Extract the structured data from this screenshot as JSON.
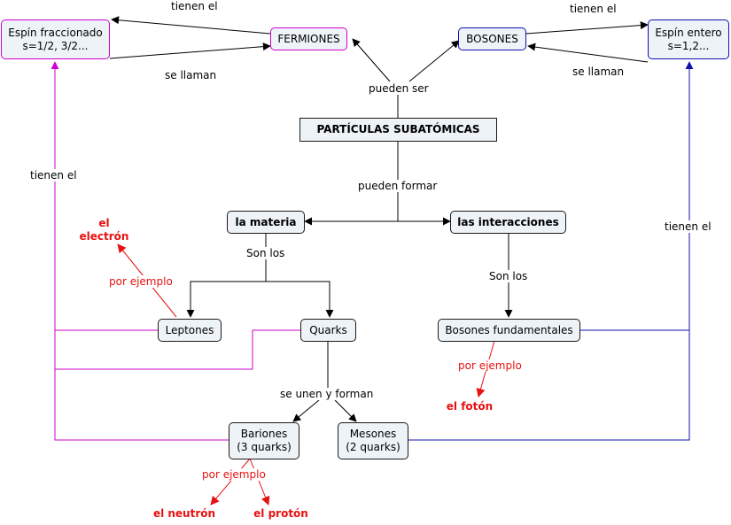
{
  "nodes": {
    "center": "PARTÍCULAS SUBATÓMICAS",
    "fermiones": "FERMIONES",
    "bosones": "BOSONES",
    "espin_fraccionado": "Espín fraccionado\ns=1/2, 3/2...",
    "espin_entero": "Espín entero\ns=1,2...",
    "materia": "la materia",
    "interacciones": "las interacciones",
    "leptones": "Leptones",
    "quarks": "Quarks",
    "bosones_fundamentales": "Bosones fundamentales",
    "bariones": "Bariones\n(3 quarks)",
    "mesones": "Mesones\n(2 quarks)"
  },
  "links": {
    "pueden_ser": "pueden ser",
    "pueden_formar": "pueden formar",
    "tienen_el_fermiones": "tienen el",
    "se_llaman_fermiones": "se llaman",
    "tienen_el_bosones": "tienen el",
    "se_llaman_bosones": "se llaman",
    "tienen_el_left": "tienen el",
    "tienen_el_right": "tienen el",
    "son_los_materia": "Son los",
    "son_los_interacciones": "Son los",
    "se_unen_y_forman": "se unen y forman",
    "por_ejemplo_leptones": "por ejemplo",
    "por_ejemplo_bosones": "por ejemplo",
    "por_ejemplo_bariones": "por ejemplo"
  },
  "examples": {
    "electron": "el\nelectrón",
    "foton": "el fotón",
    "neutron": "el neutrón",
    "proton": "el protón"
  },
  "colors": {
    "line": "#000000",
    "magenta": "#d000d0",
    "blue": "#1010b0",
    "red": "#e81010",
    "node_fill": "#edf3f7"
  }
}
